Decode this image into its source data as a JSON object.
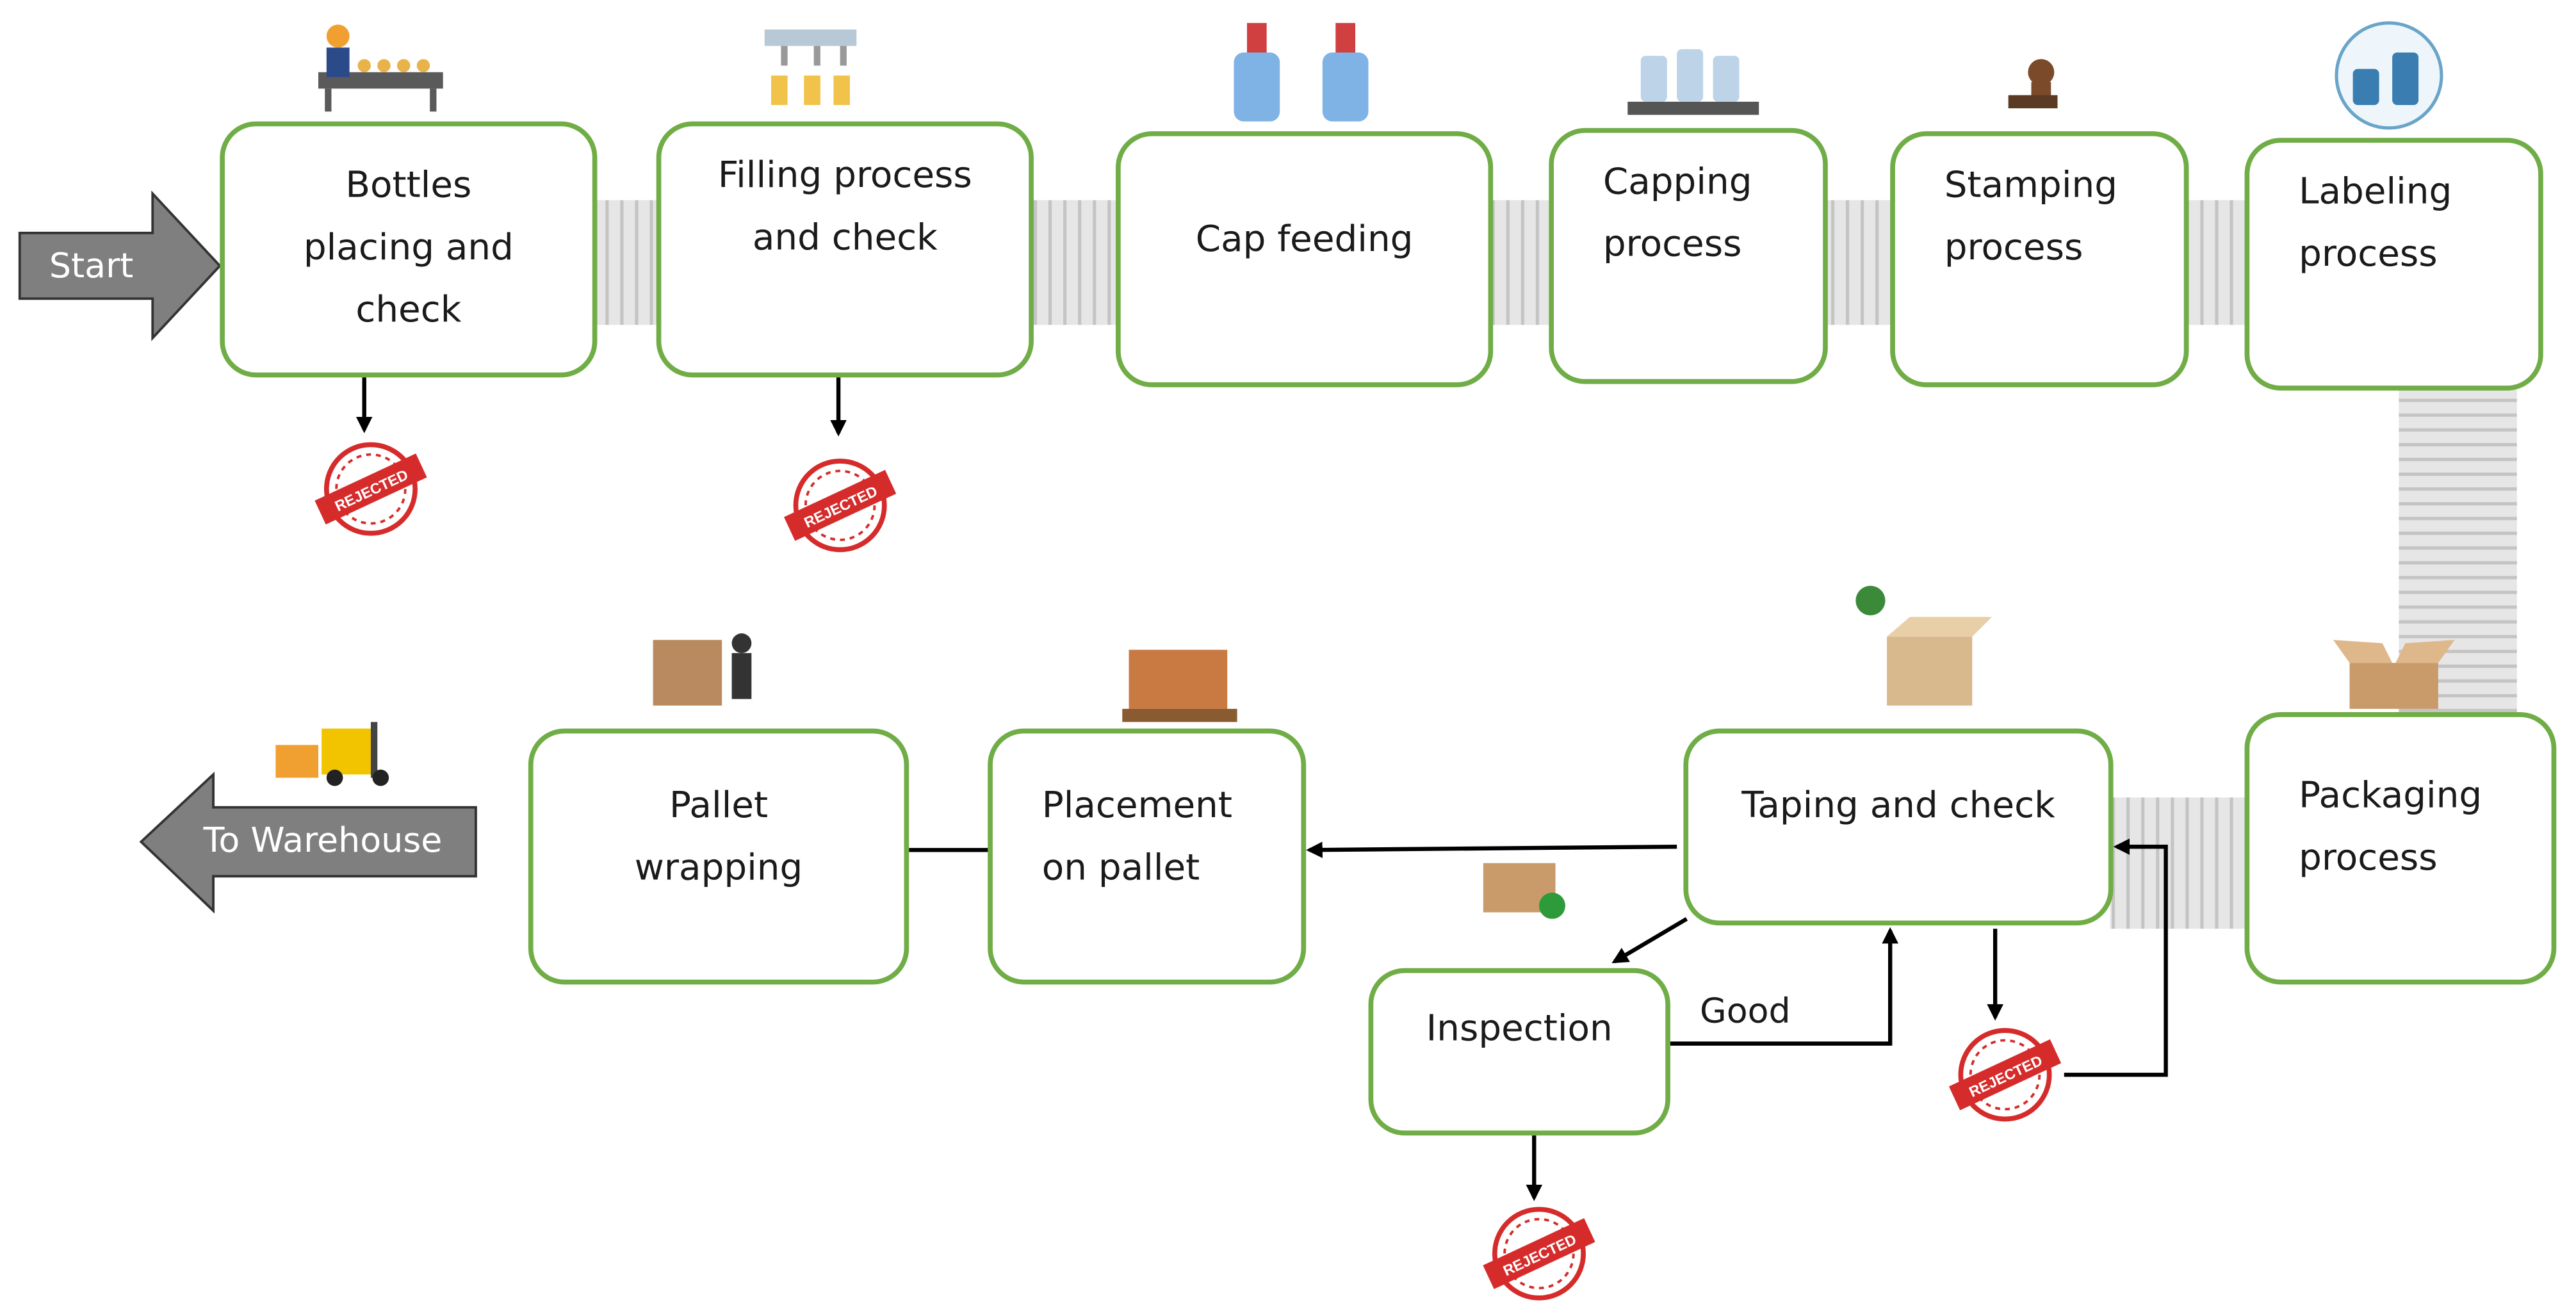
{
  "start_label": "Start",
  "warehouse_label": "To Warehouse",
  "steps": {
    "bottles": "Bottles\nplacing and\ncheck",
    "filling": "Filling process\nand check",
    "cap_feeding": "Cap feeding",
    "capping": "Capping\nprocess",
    "stamping": "Stamping\nprocess",
    "labeling": "Labeling\nprocess",
    "packaging": "Packaging\nprocess",
    "taping": "Taping and check",
    "inspection": "Inspection",
    "placement": "Placement\non pallet",
    "wrapping": "Pallet\nwrapping"
  },
  "good_label": "Good",
  "rejected_stamp_text": "REJECTED",
  "colors": {
    "box_border": "#70ad47",
    "arrow_fill": "#7f7f7f",
    "reject_red": "#d62b2b",
    "conveyor": "#d9d9d9"
  },
  "icons": [
    "worker-conveyor-icon",
    "filling-nozzle-icon",
    "spray-bottle-icon",
    "bottles-conveyor-icon",
    "stamp-icon",
    "labeled-bottles-icon",
    "open-box-icon",
    "tape-box-icon",
    "checked-box-icon",
    "pallet-boxes-icon",
    "worker-wrapping-icon",
    "forklift-icon",
    "rejected-stamp-icon"
  ]
}
